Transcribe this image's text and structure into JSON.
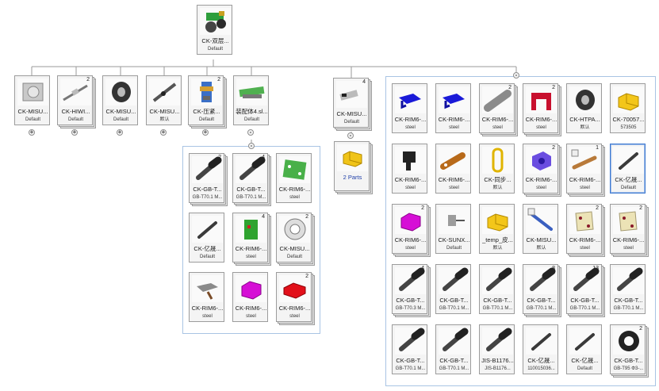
{
  "root": {
    "name": "CK-双层...",
    "sub": "Default",
    "icon": "assembly-root-icon"
  },
  "top_children": [
    {
      "name": "CK-MISU...",
      "sub": "Default",
      "count": "",
      "icon": "housing-icon",
      "toggle": "+"
    },
    {
      "name": "CK-HIWI...",
      "sub": "Default",
      "count": "2",
      "icon": "linear-rail-icon",
      "toggle": "+"
    },
    {
      "name": "CK-MISU...",
      "sub": "Default",
      "count": "",
      "icon": "pulley-icon",
      "toggle": "+"
    },
    {
      "name": "CK-MISU...",
      "sub": "默认",
      "count": "",
      "icon": "shaft-icon",
      "toggle": "+"
    },
    {
      "name": "CK-压紧...",
      "sub": "Default",
      "count": "2",
      "icon": "clamp-icon",
      "toggle": "+"
    },
    {
      "name": "装配体4.sl...",
      "sub": "Default",
      "count": "",
      "icon": "plate-assembly-icon",
      "toggle": "-"
    },
    {
      "name": "CK-MISU...",
      "sub": "Default",
      "count": "4",
      "icon": "bracket-icon",
      "toggle": "-"
    }
  ],
  "parts_node": {
    "name": "2 Parts",
    "icon": "parts-icon"
  },
  "left_group": [
    {
      "name": "CK-GB-T...",
      "sub": "GB-T70.1 M...",
      "count": "2",
      "icon": "screw-icon"
    },
    {
      "name": "CK-GB-T...",
      "sub": "GB-T70.1 M...",
      "count": "4",
      "icon": "screw-icon"
    },
    {
      "name": "CK-RIM6-...",
      "sub": "steel",
      "count": "",
      "icon": "green-plate-icon"
    },
    {
      "name": "CK-亿晟...",
      "sub": "Default",
      "count": "",
      "icon": "pin-icon"
    },
    {
      "name": "CK-RIM6-...",
      "sub": "steel",
      "count": "4",
      "icon": "green-block-icon"
    },
    {
      "name": "CK-MISU...",
      "sub": "Default",
      "count": "2",
      "icon": "bearing-icon"
    },
    {
      "name": "CK-RIM6-...",
      "sub": "steel",
      "count": "",
      "icon": "gray-bracket-icon"
    },
    {
      "name": "CK-RIM6-...",
      "sub": "steel",
      "count": "",
      "icon": "magenta-block-icon"
    },
    {
      "name": "CK-RIM6-...",
      "sub": "steel",
      "count": "2",
      "icon": "red-block-icon"
    }
  ],
  "right_group": [
    {
      "name": "CK-RIM6-...",
      "sub": "steel",
      "count": "",
      "icon": "blue-bracket-icon"
    },
    {
      "name": "CK-RIM6-...",
      "sub": "steel",
      "count": "",
      "icon": "blue-bracket-icon"
    },
    {
      "name": "CK-RIM6-...",
      "sub": "steel",
      "count": "2",
      "icon": "gray-rod-icon"
    },
    {
      "name": "CK-RIM6-...",
      "sub": "steel",
      "count": "2",
      "icon": "red-bracket-icon"
    },
    {
      "name": "CK-HTPA...",
      "sub": "默认",
      "count": "",
      "icon": "pulley-icon"
    },
    {
      "name": "CK-70057...",
      "sub": "573505",
      "count": "",
      "icon": "yellow-block-icon"
    },
    {
      "name": "CK-RIM6-...",
      "sub": "steel",
      "count": "",
      "icon": "black-plate-icon"
    },
    {
      "name": "CK-RIM6-...",
      "sub": "steel",
      "count": "",
      "icon": "brown-link-icon"
    },
    {
      "name": "CK-同步...",
      "sub": "默认",
      "count": "",
      "icon": "belt-icon"
    },
    {
      "name": "CK-RIM6-...",
      "sub": "steel",
      "count": "2",
      "icon": "purple-block-icon"
    },
    {
      "name": "CK-RIM6-...",
      "sub": "steel",
      "count": "1",
      "icon": "brown-bar-icon"
    },
    {
      "name": "CK-亿晟...",
      "sub": "Default",
      "count": "",
      "icon": "pin-icon",
      "selected": true
    },
    {
      "name": "CK-RIM6-...",
      "sub": "steel",
      "count": "2",
      "icon": "magenta-block-icon"
    },
    {
      "name": "CK-SUNX...",
      "sub": "Default",
      "count": "",
      "icon": "sensor-icon"
    },
    {
      "name": "_temp_皮...",
      "sub": "默认",
      "count": "",
      "icon": "yellow-block-icon"
    },
    {
      "name": "CK-MISU...",
      "sub": "默认",
      "count": "",
      "icon": "blue-rod-icon"
    },
    {
      "name": "CK-RIM6-...",
      "sub": "steel",
      "count": "2",
      "icon": "beige-plate-icon"
    },
    {
      "name": "CK-RIM6-...",
      "sub": "steel",
      "count": "2",
      "icon": "beige-plate-icon"
    },
    {
      "name": "CK-GB-T...",
      "sub": "GB-T70.3 M...",
      "count": "4",
      "icon": "screw-icon"
    },
    {
      "name": "CK-GB-T...",
      "sub": "GB-T70.1 M...",
      "count": "",
      "icon": "screw-icon"
    },
    {
      "name": "CK-GB-T...",
      "sub": "GB-T70.1 M...",
      "count": "",
      "icon": "screw-icon"
    },
    {
      "name": "CK-GB-T...",
      "sub": "GB-T70.1 M...",
      "count": "8",
      "icon": "screw-icon"
    },
    {
      "name": "CK-GB-T...",
      "sub": "GB-T70.1 M...",
      "count": "13",
      "icon": "screw-icon"
    },
    {
      "name": "CK-GB-T...",
      "sub": "GB-T70.1 M...",
      "count": "",
      "icon": "screw-icon"
    },
    {
      "name": "CK-GB-T...",
      "sub": "GB-T70.1 M...",
      "count": "",
      "icon": "screw-icon"
    },
    {
      "name": "CK-GB-T...",
      "sub": "GB-T70.1 M...",
      "count": "",
      "icon": "screw-icon"
    },
    {
      "name": "JIS-B1176...",
      "sub": "JIS-B1176...",
      "count": "",
      "icon": "screw-icon"
    },
    {
      "name": "CK-亿晟...",
      "sub": "110015036...",
      "count": "",
      "icon": "pin-icon"
    },
    {
      "name": "CK-亿晟...",
      "sub": "Default",
      "count": "",
      "icon": "pin-icon"
    },
    {
      "name": "CK-GB-T...",
      "sub": "GB-T95 Φ3-...",
      "count": "2",
      "icon": "washer-icon"
    }
  ],
  "colors": {
    "group_border": "#a9c4e4",
    "connector": "#9a9a9a",
    "selected": "#3c78d0",
    "link_text": "#1f3fa8"
  }
}
